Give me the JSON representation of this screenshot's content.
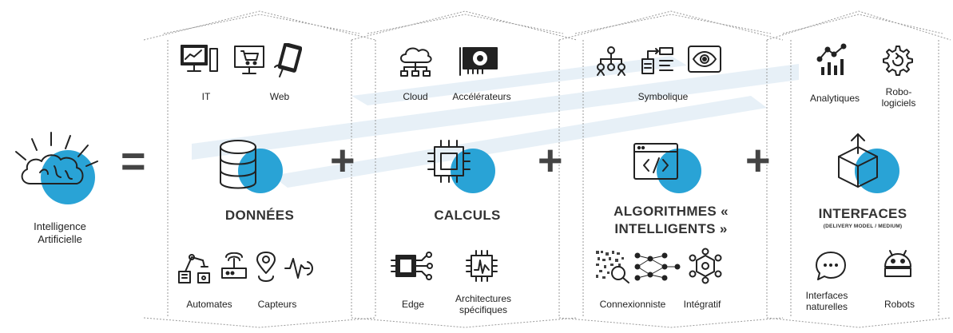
{
  "left": {
    "title": "Intelligence Artificielle"
  },
  "operators": {
    "equals": "=",
    "plus": "+"
  },
  "columns": [
    {
      "title": "DONNÉES",
      "subtitle": "",
      "top_items": [
        "IT",
        "Web"
      ],
      "bottom_items": [
        "Automates",
        "Capteurs"
      ]
    },
    {
      "title": "CALCULS",
      "subtitle": "",
      "top_items": [
        "Cloud",
        "Accélérateurs"
      ],
      "bottom_items": [
        "Edge",
        "Architectures spécifiques"
      ]
    },
    {
      "title": "ALGORITHMES « INTELLIGENTS »",
      "subtitle": "",
      "top_items": [
        "Symbolique"
      ],
      "bottom_items": [
        "Connexionniste",
        "Intégratif"
      ]
    },
    {
      "title": "INTERFACES",
      "subtitle": "(DELIVERY MODEL / MEDIUM)",
      "top_items": [
        "Analytiques",
        "Robo-logiciels"
      ],
      "bottom_items": [
        "Interfaces naturelles",
        "Robots"
      ]
    }
  ],
  "colors": {
    "accent": "#29a3d6",
    "ink": "#222222"
  },
  "icons": {
    "left": "brain-cloud-icon",
    "donnees": [
      "computer-chart-icon",
      "cart-screen-icon",
      "tablet-hand-icon",
      "database-icon",
      "robot-arm-icon",
      "router-icon",
      "location-pin-icon",
      "pulse-icon"
    ],
    "calculs": [
      "cloud-network-icon",
      "gpu-card-icon",
      "chip-icon",
      "edge-chip-icon",
      "specific-chip-icon"
    ],
    "algorithmes": [
      "hierarchy-icon",
      "flowchart-icon",
      "eye-scan-icon",
      "code-window-icon",
      "qr-search-icon",
      "neural-network-icon",
      "molecule-icon"
    ],
    "interfaces": [
      "analytics-icon",
      "gear-icon",
      "box-icon",
      "chat-bubble-icon",
      "android-icon"
    ]
  }
}
